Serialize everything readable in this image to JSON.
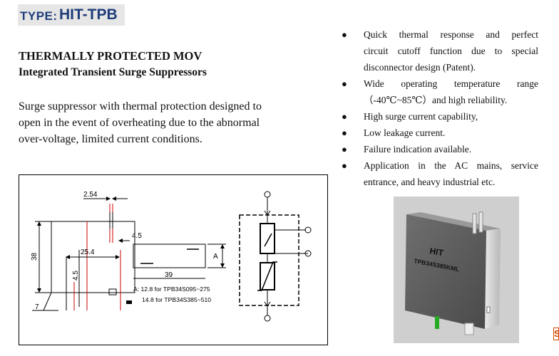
{
  "type_label": {
    "prefix": "TYPE:",
    "model": "HIT-TPB"
  },
  "heading": {
    "line1": "THERMALLY PROTECTED MOV",
    "line2": "Integrated Transient Surge Suppressors"
  },
  "description": {
    "lines": [
      "Surge suppressor with thermal protection designed to",
      "open in the event of overheating due to the abnormal",
      "over-voltage, limited current conditions."
    ]
  },
  "features": [
    {
      "bullet": "●",
      "lines": [
        "Quick thermal response and perfect",
        "circuit cutoff function due to special",
        "disconnector design (Patent)."
      ]
    },
    {
      "bullet": "●",
      "lines": [
        "Wide operating temperature range",
        "（-40℃~85℃）and high reliability."
      ]
    },
    {
      "bullet": "●",
      "lines": [
        "High surge current capability,"
      ]
    },
    {
      "bullet": "●",
      "lines": [
        "Low leakage current."
      ]
    },
    {
      "bullet": "●",
      "lines": [
        "Failure indication available."
      ]
    },
    {
      "bullet": "●",
      "lines": [
        "Application in the AC mains, service",
        "entrance, and heavy industrial etc."
      ]
    }
  ],
  "drawing": {
    "dims": {
      "pin_pitch": "2.54",
      "pin_width": "4.5",
      "height": "38",
      "pin_span": "25.4",
      "pin_offset": "4.5",
      "foot": "7",
      "side_length": "39",
      "side_thickness": "A"
    },
    "notes": [
      "A: 12.8 for TPB34S095~275",
      "14.8 for TPB34S385~510"
    ]
  },
  "photo": {
    "brand": "HIT",
    "model_print": "TPB34S385KML"
  },
  "edge_logo": "S"
}
